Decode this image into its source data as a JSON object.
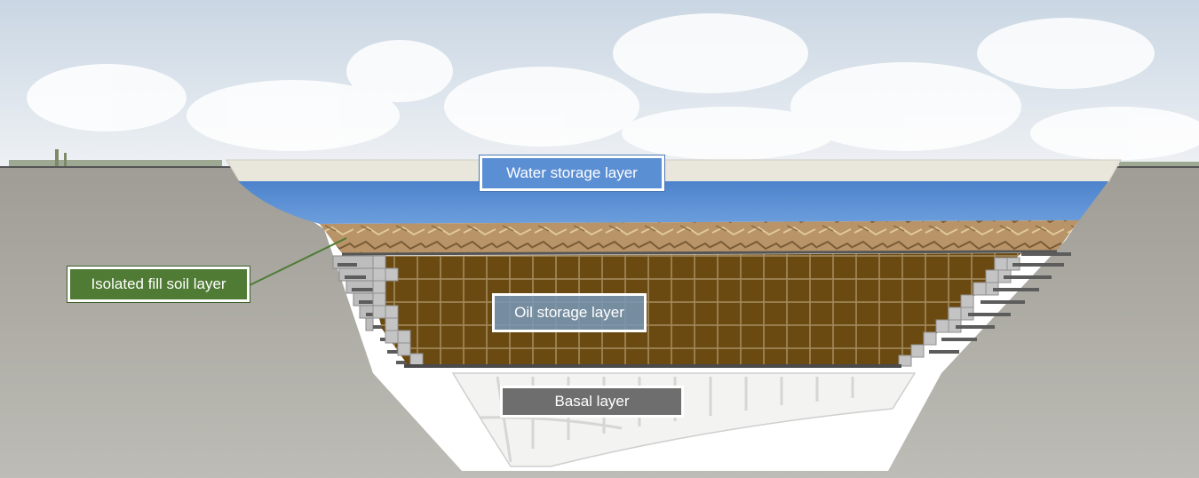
{
  "labels": {
    "water_storage": "Water storage layer",
    "isolated_fill_soil": "Isolated fill soil layer",
    "oil_storage": "Oil storage layer",
    "basal": "Basal layer"
  },
  "colors": {
    "water": "#5b8fd4",
    "fill_soil_label": "#4f7b34",
    "oil_storage": "#6b4a12",
    "ground": "#aeaca4",
    "basal_label": "#6e6e6e"
  }
}
